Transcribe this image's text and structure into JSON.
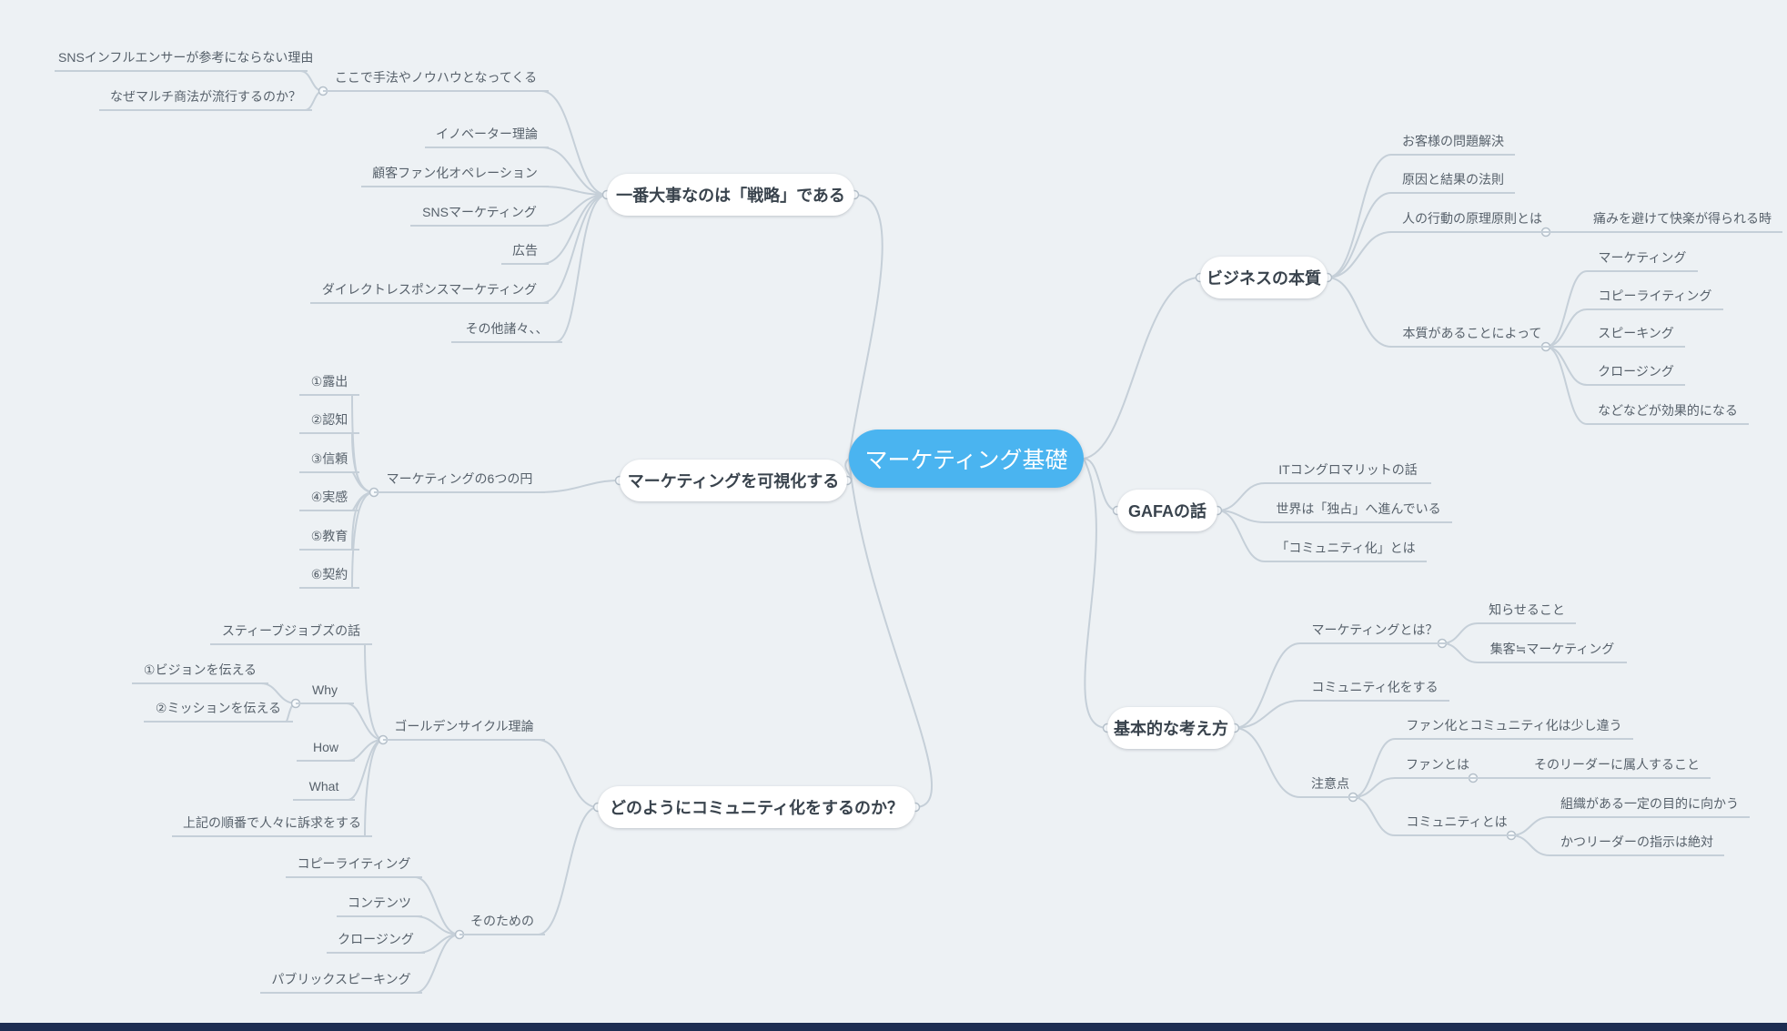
{
  "canvas": {
    "background_color": "#edf1f4",
    "line_color": "#c5cfd8",
    "bottom_bar_color": "#1d2d52"
  },
  "root": {
    "label": "マーケティング基礎",
    "color": "#4ab4f0"
  },
  "left": [
    {
      "label": "一番大事なのは「戦略」である",
      "children": [
        {
          "label": "ここで手法やノウハウとなってくる",
          "children": [
            {
              "label": "SNSインフルエンサーが参考にならない理由"
            },
            {
              "label": "なぜマルチ商法が流行するのか？"
            }
          ]
        },
        {
          "label": "イノベーター理論"
        },
        {
          "label": "顧客ファン化オペレーション"
        },
        {
          "label": "SNSマーケティング"
        },
        {
          "label": "広告"
        },
        {
          "label": "ダイレクトレスポンスマーケティング"
        },
        {
          "label": "その他諸々、、"
        }
      ]
    },
    {
      "label": "マーケティングを可視化する",
      "children": [
        {
          "label": "マーケティングの6つの円",
          "children": [
            {
              "label": "①露出"
            },
            {
              "label": "②認知"
            },
            {
              "label": "③信頼"
            },
            {
              "label": "④実感"
            },
            {
              "label": "⑤教育"
            },
            {
              "label": "⑥契約"
            }
          ]
        }
      ]
    },
    {
      "label": "どのようにコミュニティ化をするのか？",
      "children": [
        {
          "label": "ゴールデンサイクル理論",
          "children": [
            {
              "label": "スティーブジョブズの話"
            },
            {
              "label": "Why",
              "children": [
                {
                  "label": "①ビジョンを伝える"
                },
                {
                  "label": "②ミッションを伝える"
                }
              ]
            },
            {
              "label": "How"
            },
            {
              "label": "What"
            },
            {
              "label": "上記の順番で人々に訴求をする"
            }
          ]
        },
        {
          "label": "そのための",
          "children": [
            {
              "label": "コピーライティング"
            },
            {
              "label": "コンテンツ"
            },
            {
              "label": "クロージング"
            },
            {
              "label": "パブリックスピーキング"
            }
          ]
        }
      ]
    }
  ],
  "right": [
    {
      "label": "ビジネスの本質",
      "children": [
        {
          "label": "お客様の問題解決"
        },
        {
          "label": "原因と結果の法則"
        },
        {
          "label": "人の行動の原理原則とは",
          "children": [
            {
              "label": "痛みを避けて快楽が得られる時"
            }
          ]
        },
        {
          "label": "本質があることによって",
          "children": [
            {
              "label": "マーケティング"
            },
            {
              "label": "コピーライティング"
            },
            {
              "label": "スピーキング"
            },
            {
              "label": "クロージング"
            },
            {
              "label": "などなどが効果的になる"
            }
          ]
        }
      ]
    },
    {
      "label": "GAFAの話",
      "children": [
        {
          "label": "ITコングロマリットの話"
        },
        {
          "label": "世界は「独占」へ進んでいる"
        },
        {
          "label": "「コミュニティ化」とは"
        }
      ]
    },
    {
      "label": "基本的な考え方",
      "children": [
        {
          "label": "マーケティングとは？",
          "children": [
            {
              "label": "知らせること"
            },
            {
              "label": "集客≒マーケティング"
            }
          ]
        },
        {
          "label": "コミュニティ化をする"
        },
        {
          "label": "注意点",
          "children": [
            {
              "label": "ファン化とコミュニティ化は少し違う"
            },
            {
              "label": "ファンとは",
              "children": [
                {
                  "label": "そのリーダーに属人すること"
                }
              ]
            },
            {
              "label": "コミュニティとは",
              "children": [
                {
                  "label": "組織がある一定の目的に向かう"
                },
                {
                  "label": "かつリーダーの指示は絶対"
                }
              ]
            }
          ]
        }
      ]
    }
  ]
}
